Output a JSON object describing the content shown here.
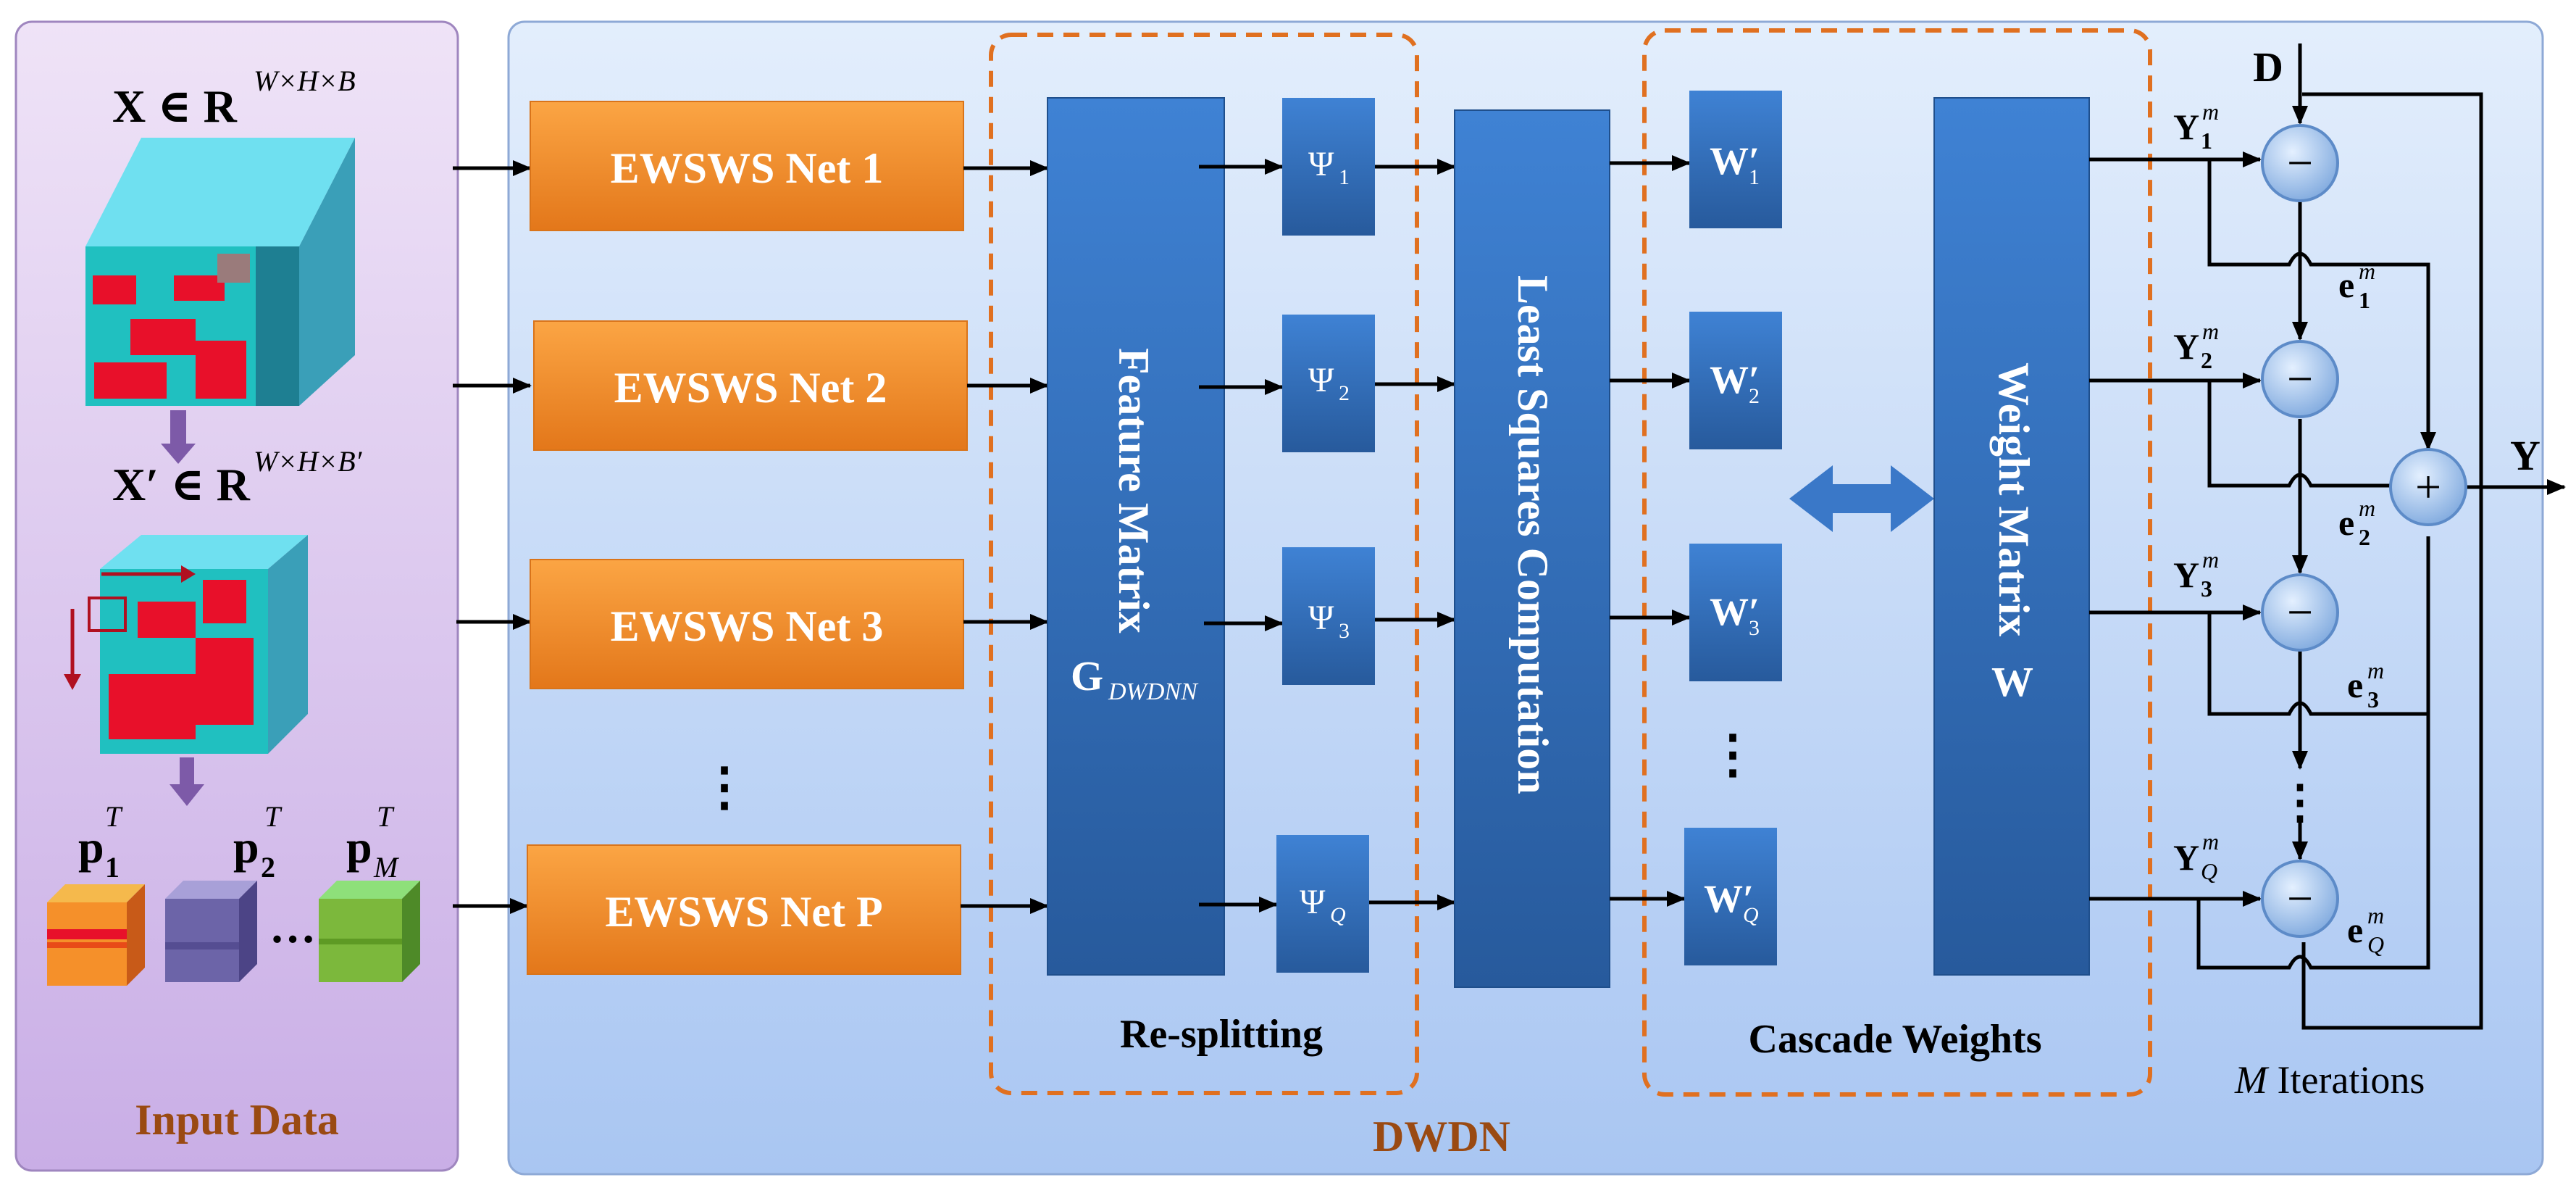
{
  "input_panel": {
    "label": "Input Data",
    "x_label": "X ∈ R",
    "x_sup": "W×H×B",
    "xp_label": "X′ ∈ R",
    "xp_sup": "W×H×B′",
    "p1": "p",
    "p1_sub": "1",
    "p1_sup": "T",
    "p2": "p",
    "p2_sub": "2",
    "p2_sup": "T",
    "pm": "p",
    "pm_sub": "M",
    "pm_sup": "T",
    "ellipsis": "…"
  },
  "main_panel": {
    "label": "DWDN",
    "nets": [
      "EWSWS Net 1",
      "EWSWS Net 2",
      "EWSWS Net 3",
      "EWSWS Net P"
    ],
    "nets_ellipsis": "⋮",
    "feature_matrix": "Feature Matrix",
    "g_label": "G",
    "g_sub": "DWDNN",
    "psi": "Ψ",
    "psi_subs": [
      "1",
      "2",
      "3",
      "Q"
    ],
    "resplitting": "Re-splitting",
    "least_squares": "Least Squares Computation",
    "w_prime": "W′",
    "w_subs": [
      "1",
      "2",
      "3",
      "Q"
    ],
    "w_ellipsis": "⋮",
    "weight_matrix": "Weight Matrix",
    "w_label": "W",
    "cascade": "Cascade Weights",
    "d_label": "D",
    "y_label": "Y",
    "ym": "Y",
    "ym_sup": "m",
    "ym_subs": [
      "1",
      "2",
      "3",
      "Q"
    ],
    "em": "e",
    "em_sup": "m",
    "em_subs": [
      "1",
      "2",
      "3",
      "Q"
    ],
    "minus": "−",
    "plus": "+",
    "iter_m": "M",
    "iter_text": " Iterations",
    "vert_ellipsis": "⋮"
  },
  "colors": {
    "orange": "#f08a24",
    "blue": "#2f6fbf",
    "panel_input": "#dcc6ee",
    "panel_main": "#c9dcf8",
    "dashed": "#e07020",
    "label_brown": "#9a4a12"
  }
}
